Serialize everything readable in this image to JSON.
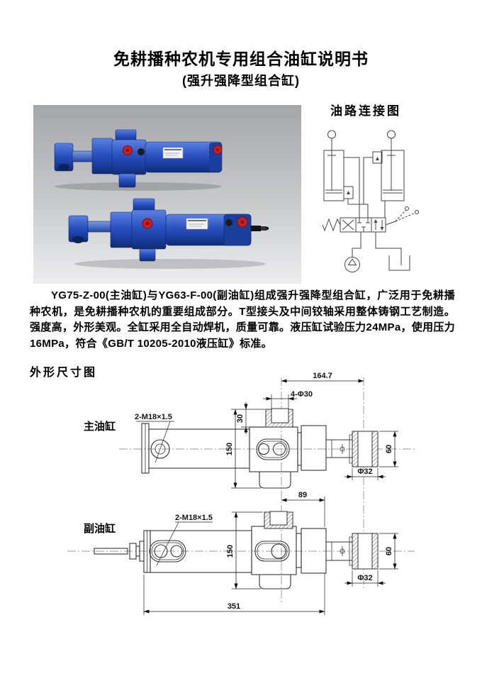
{
  "page": {
    "title": "免耕播种农机专用组合油缸说明书",
    "subtitle": "(强升强降型组合缸)"
  },
  "circuit": {
    "heading": "油路连接图"
  },
  "description": "YG75-Z-00(主油缸)与YG63-F-00(副油缸)组成强升强降型组合缸，广泛用于免耕播种农机，是免耕播种农机的重要组成部分。T型接头及中间铰轴采用整体铸钢工艺制造。强度高，外形美观。全缸采用全自动焊机，质量可靠。液压缸试验压力24MPa，使用压力16MPa，符合《GB/T 10205-2010液压缸》标准。",
  "outline": {
    "heading": "外形尺寸图",
    "main": {
      "label": "主油缸",
      "thread": "2-M18×1.5",
      "dim_top": "164.7",
      "dim_ports": "4-Φ30",
      "dim_port_h": "30",
      "dim_height": "150",
      "dim_mount_h": "60",
      "dim_mount_d": "Φ32"
    },
    "aux": {
      "label": "副油缸",
      "thread": "2-M18×1.5",
      "dim_offset": "89",
      "dim_height": "150",
      "dim_mount_h": "60",
      "dim_mount_d": "Φ32",
      "dim_length": "351"
    }
  },
  "colors": {
    "cylinder_blue": "#2a50c0",
    "plug_red": "#c62222",
    "photo_background_gray": "#b4b6b9",
    "drawing_line": "#333333"
  }
}
